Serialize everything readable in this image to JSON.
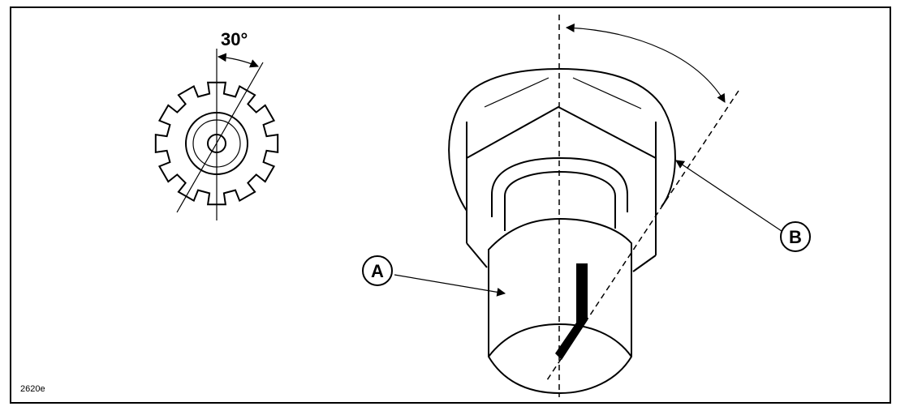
{
  "figure": {
    "angle_label": "30°",
    "label_a": "A",
    "label_b": "B",
    "reference_code": "2620e"
  }
}
